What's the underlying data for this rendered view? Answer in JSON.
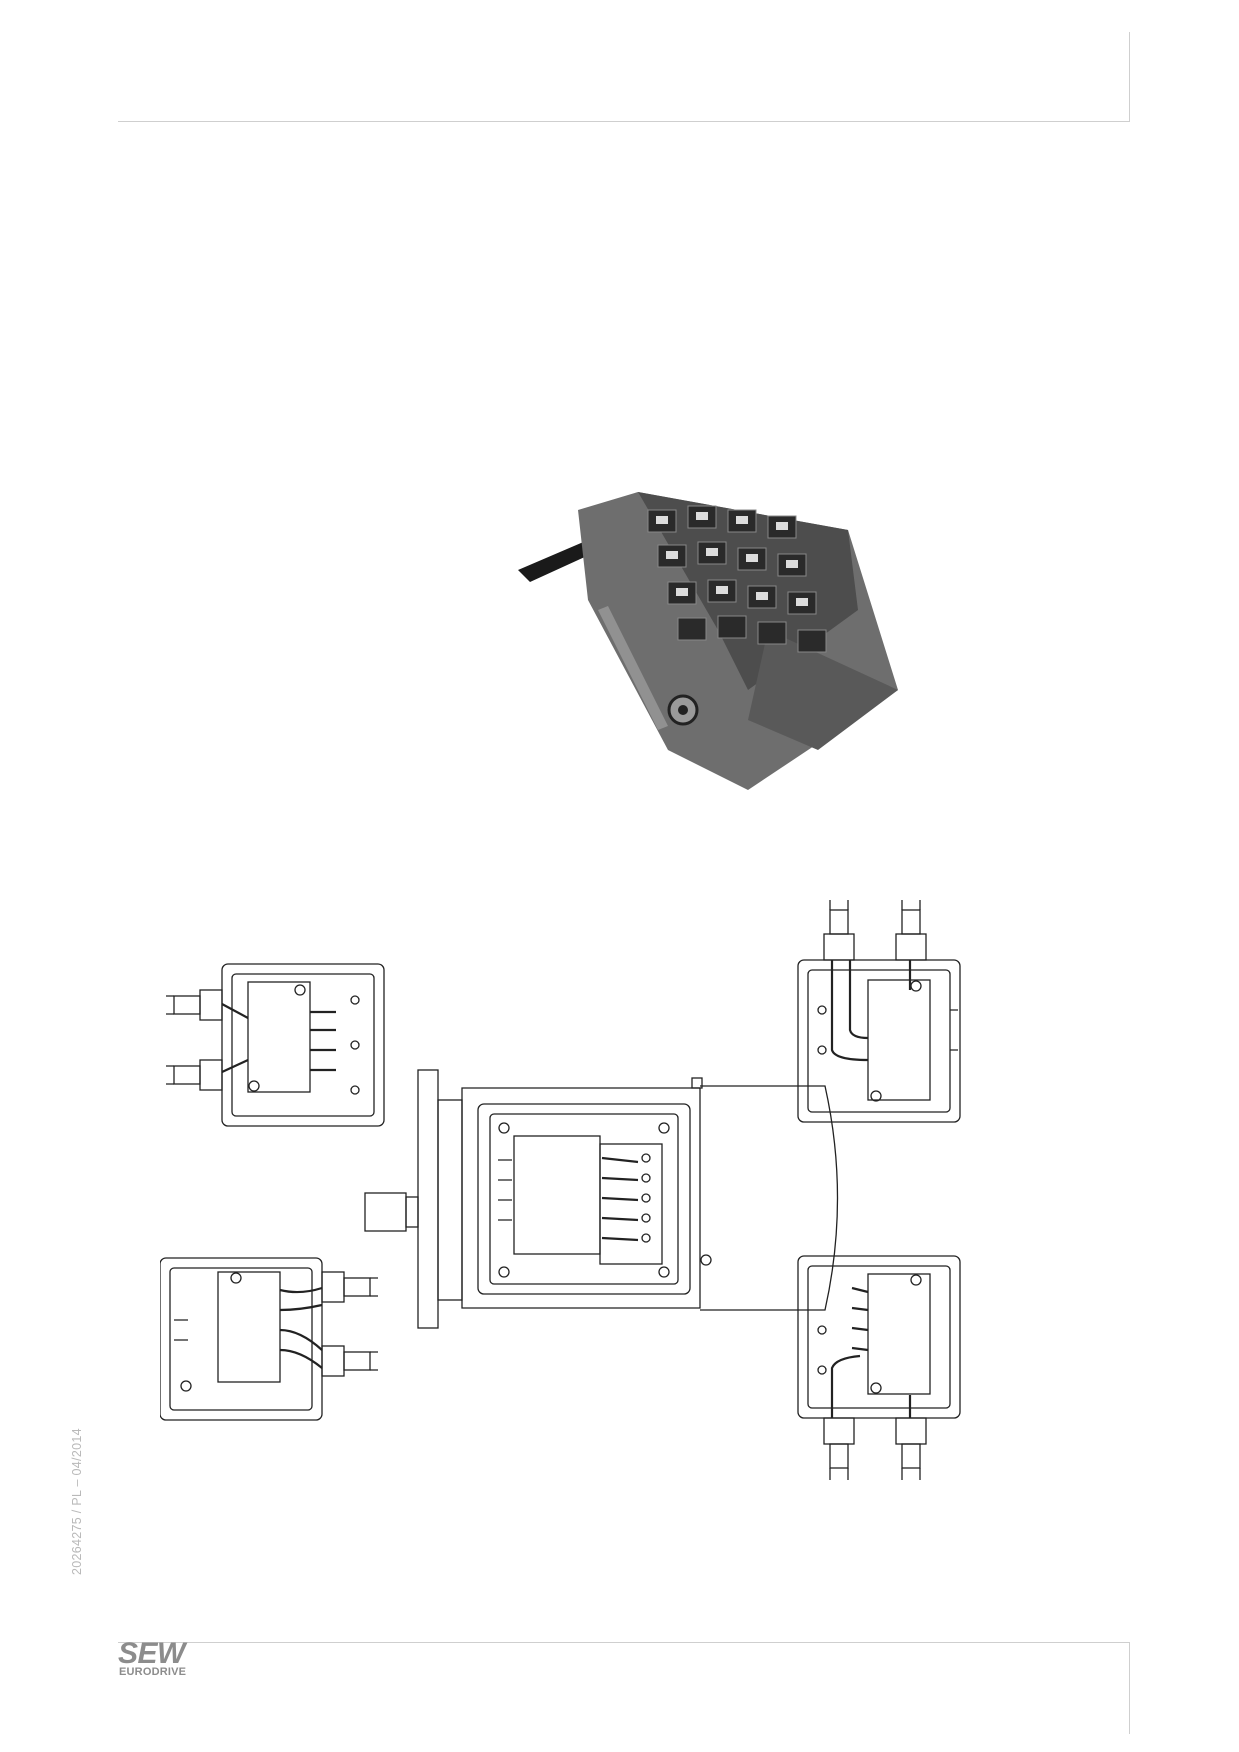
{
  "page": {
    "document_code": "20264275 / PL – 04/2014"
  },
  "logo": {
    "brand": "SEW",
    "subbrand": "EURODRIVE",
    "color": "#8c8c8c"
  },
  "figures": {
    "photo": {
      "subject": "terminal-block-photo"
    },
    "drawing": {
      "subject": "motor-terminal-box-orientations"
    }
  }
}
